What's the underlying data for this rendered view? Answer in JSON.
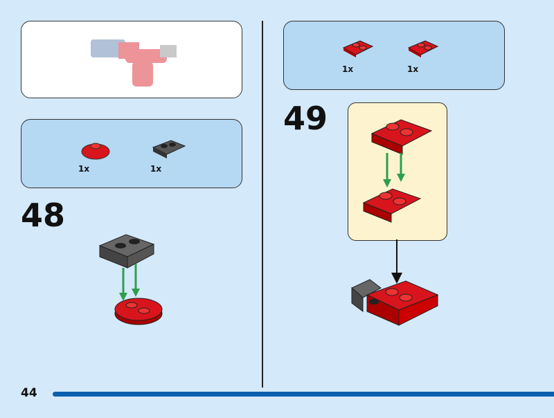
{
  "page_number": "44",
  "steps": [
    {
      "number": "48",
      "parts": [
        {
          "qty": "1x",
          "name": "red-round-plate"
        },
        {
          "qty": "1x",
          "name": "gray-clip-plate"
        }
      ]
    },
    {
      "number": "49",
      "parts": [
        {
          "qty": "1x",
          "name": "red-handle-plate"
        },
        {
          "qty": "1x",
          "name": "red-handle-plate"
        }
      ]
    }
  ],
  "colors": {
    "background": "#d4e9f9",
    "parts_box": "#b5d8f3",
    "callout": "#fdf4cf",
    "bar": "#0a5fae",
    "brick_red": "#d8141c",
    "brick_gray": "#555555",
    "arrow_green": "#2e9e4e"
  }
}
